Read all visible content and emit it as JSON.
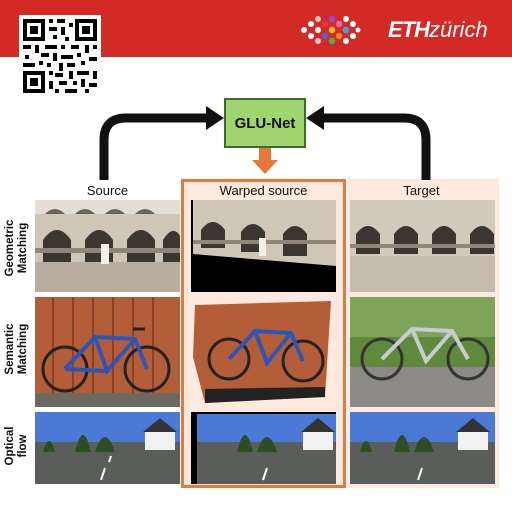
{
  "header": {
    "logo_bold": "ETH",
    "logo_light": "zürich"
  },
  "diagram": {
    "center_box": "GLU-Net",
    "columns": [
      "Source",
      "Warped source",
      "Target"
    ],
    "rows": [
      [
        "Geometric",
        "Matching"
      ],
      [
        "Semantic",
        "Matching"
      ],
      [
        "Optical",
        "flow"
      ]
    ]
  },
  "colors": {
    "header_red": "#d42a26",
    "glu_green": "#9fd46e",
    "highlight_orange": "#e6783a",
    "panel_peach": "#fde9dd"
  },
  "icons": [
    "qr-code-icon",
    "eth-dots-icon"
  ]
}
